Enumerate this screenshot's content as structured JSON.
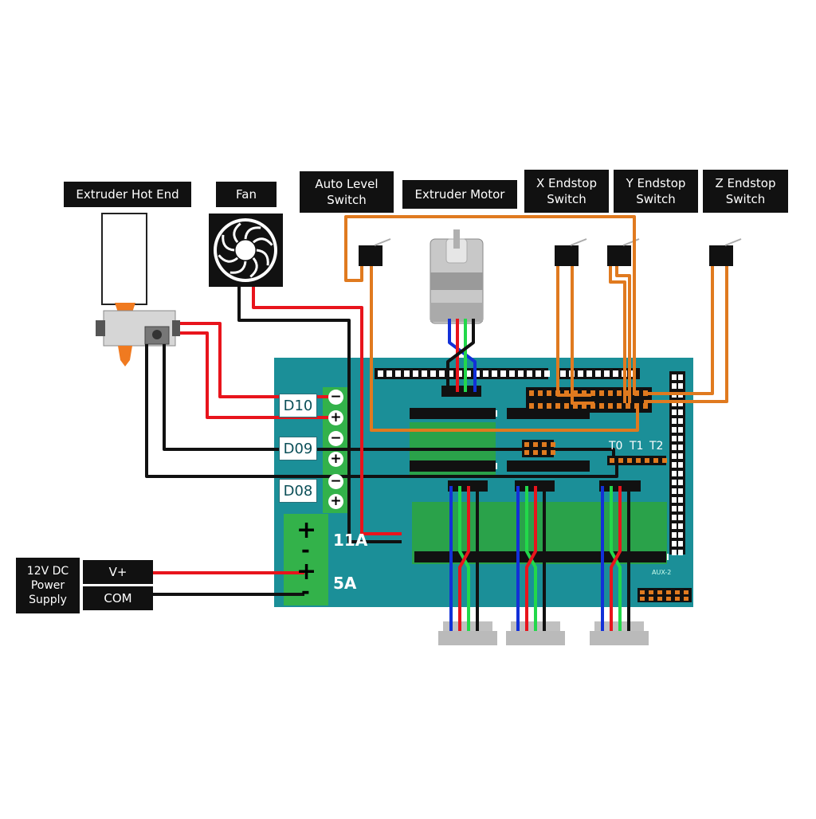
{
  "labels": {
    "hot_end": "Extruder Hot End",
    "fan": "Fan",
    "auto_level": "Auto Level\nSwitch",
    "extruder_motor": "Extruder Motor",
    "x_endstop": "X Endstop\nSwitch",
    "y_endstop": "Y Endstop\nSwitch",
    "z_endstop": "Z Endstop\nSwitch",
    "power_supply": "12V DC\nPower\nSupply",
    "v_plus": "V+",
    "com": "COM"
  },
  "board": {
    "outputs": [
      "D10",
      "D09",
      "D08"
    ],
    "minus": "−",
    "plus": "+",
    "thermistor_headers": [
      "T0",
      "T1",
      "T2"
    ],
    "rating_11a": "11A",
    "rating_5a": "5A",
    "power_plus": "+",
    "power_minus": "-",
    "aux_label": "AUX-2"
  },
  "colors": {
    "board": "#1b8f98",
    "terminal": "#33b24a",
    "wire_red": "#e8141c",
    "wire_black": "#111111",
    "wire_orange": "#e07a1f",
    "wire_blue": "#1230d8",
    "wire_green": "#22d84a"
  }
}
